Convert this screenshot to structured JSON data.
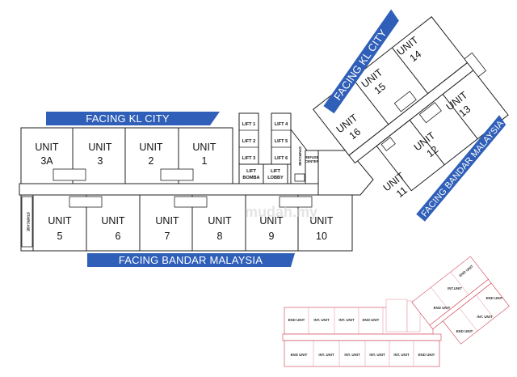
{
  "banners": {
    "kl_city_left": "FACING KL CITY",
    "kl_city_right": "FACING KL CITY",
    "bandar_bottom": "FACING BANDAR MALAYSIA",
    "bandar_right": "FACING BANDAR MALAYSIA"
  },
  "units": {
    "u3a": [
      "UNIT",
      "3A"
    ],
    "u3": [
      "UNIT",
      "3"
    ],
    "u2": [
      "UNIT",
      "2"
    ],
    "u1": [
      "UNIT",
      "1"
    ],
    "u5": [
      "UNIT",
      "5"
    ],
    "u6": [
      "UNIT",
      "6"
    ],
    "u7": [
      "UNIT",
      "7"
    ],
    "u8": [
      "UNIT",
      "8"
    ],
    "u9": [
      "UNIT",
      "9"
    ],
    "u10": [
      "UNIT",
      "10"
    ],
    "u14": [
      "UNIT",
      "14"
    ],
    "u15": [
      "UNIT",
      "15"
    ],
    "u16": [
      "UNIT",
      "16"
    ],
    "u13": [
      "UNIT",
      "13"
    ],
    "u12": [
      "UNIT",
      "12"
    ],
    "u11": [
      "UNIT",
      "11"
    ]
  },
  "core": {
    "lift1": "LIFT 1",
    "lift2": "LIFT 2",
    "lift3": "LIFT 3",
    "lift4": "LIFT 4",
    "lift5": "LIFT 5",
    "lift6": "LIFT 6",
    "lift_bomba": [
      "LIFT",
      "BOMBA"
    ],
    "lift_lobby": [
      "LIFT",
      "LOBBY"
    ],
    "staircase": "STAIRCASE",
    "refuse": [
      "REFUSE",
      "CENTER"
    ]
  },
  "watermark": "mudah.my",
  "minimap": {
    "end_unit": "END UNIT",
    "int_unit": "INT. UNIT",
    "int_unit_alt": "INT.UNIT"
  }
}
